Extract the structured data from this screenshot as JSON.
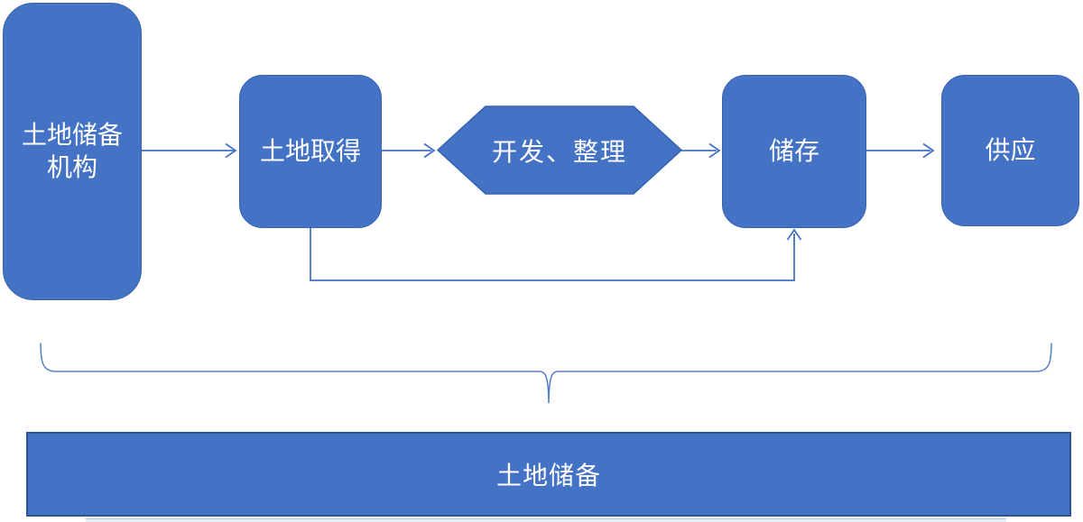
{
  "diagram": {
    "nodes": {
      "agency": {
        "label": "土地储备\n机构",
        "shape": "rounded-rect"
      },
      "acquisition": {
        "label": "土地取得",
        "shape": "rounded-rect"
      },
      "development": {
        "label": "开发、整理",
        "shape": "hexagon"
      },
      "storage": {
        "label": "储存",
        "shape": "rounded-rect"
      },
      "supply": {
        "label": "供应",
        "shape": "rounded-rect"
      },
      "reserve": {
        "label": "土地储备",
        "shape": "rect-bar"
      }
    },
    "edges": [
      {
        "from": "agency",
        "to": "acquisition",
        "type": "arrow"
      },
      {
        "from": "acquisition",
        "to": "development",
        "type": "arrow"
      },
      {
        "from": "development",
        "to": "storage",
        "type": "arrow"
      },
      {
        "from": "storage",
        "to": "supply",
        "type": "arrow"
      },
      {
        "from": "acquisition",
        "to": "storage",
        "type": "arrow",
        "route": "bottom-loop"
      },
      {
        "from": "process-row",
        "to": "reserve",
        "type": "brace"
      }
    ],
    "colors": {
      "shape_fill": "#4472C4",
      "shape_border": "#3763AE",
      "bar_border": "#2E5395",
      "connector": "#4472C4",
      "brace": "#5B83C9",
      "text": "#FFFFFF",
      "background": "#FFFFFF"
    }
  }
}
